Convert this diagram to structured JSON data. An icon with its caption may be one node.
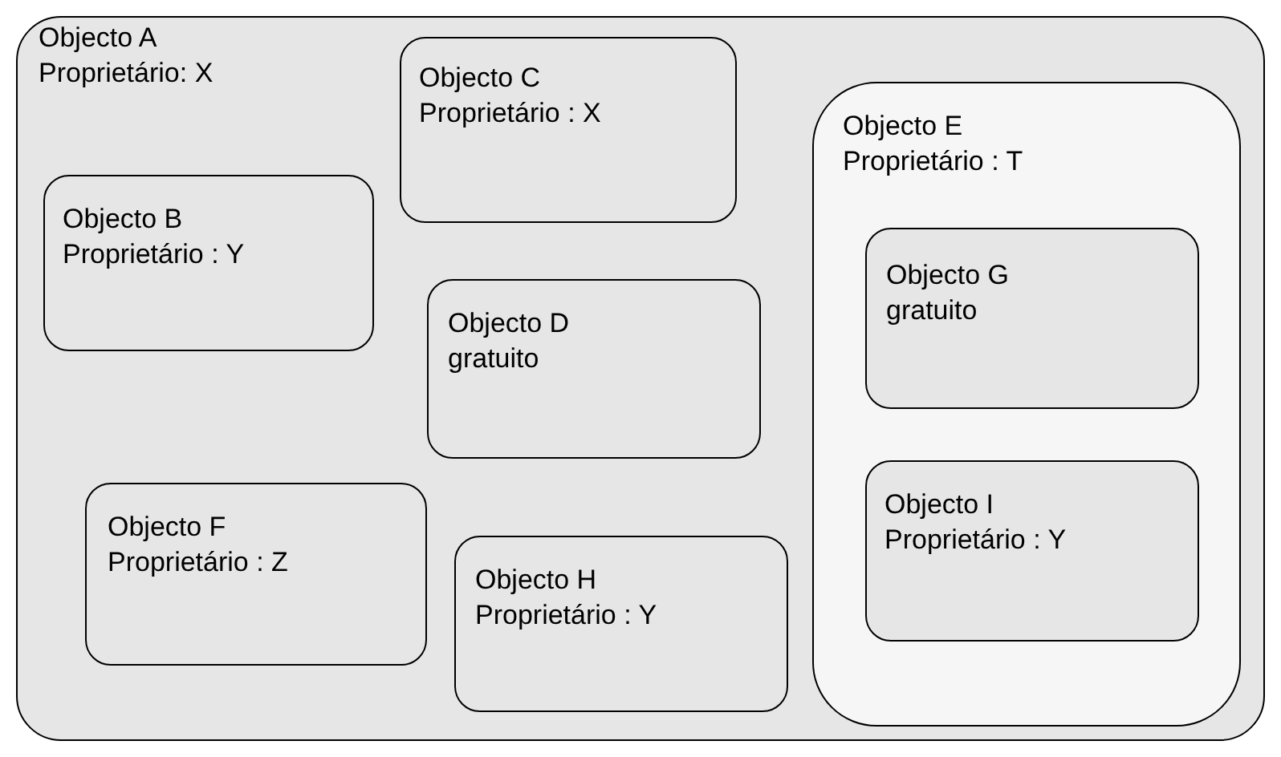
{
  "diagram": {
    "nodes": [
      {
        "text": [
          "Objecto A",
          "Proprietário: X"
        ]
      },
      {
        "text": [
          "Objecto B",
          "Proprietário : Y"
        ],
        "in": 0
      },
      {
        "text": [
          "Objecto C",
          "Proprietário : X"
        ],
        "in": 0
      },
      {
        "text": [
          "Objecto D",
          "gratuito"
        ],
        "in": 0
      },
      {
        "text": [
          "Objecto E",
          "Proprietário : T"
        ],
        "in": 0
      },
      {
        "text": [
          "Objecto F",
          "Proprietário : Z"
        ],
        "in": 0
      },
      {
        "text": [
          "Objecto G",
          "gratuito"
        ],
        "in": 4
      },
      {
        "text": [
          "Objecto H",
          "Proprietário : Y"
        ],
        "in": 0
      },
      {
        "text": [
          "Objecto I",
          "Proprietário : Y"
        ],
        "in": 4
      }
    ]
  }
}
